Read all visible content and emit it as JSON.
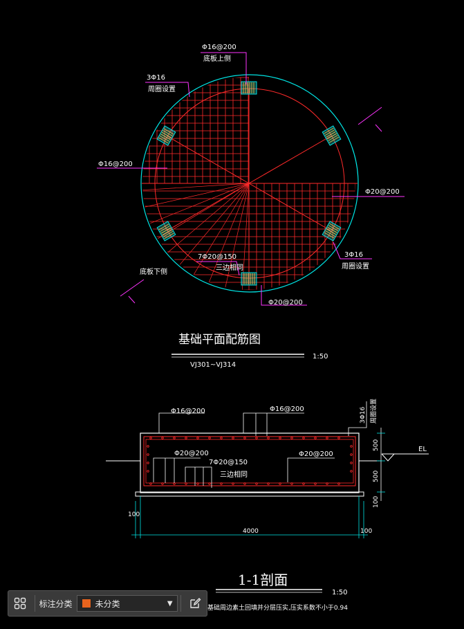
{
  "colors": {
    "rebar": "#ff2a2a",
    "outline": "#00e5e5",
    "leader": "#ff33ff",
    "text": "#ffffff",
    "column": "#2ec4b6",
    "category_swatch": "#e8641e"
  },
  "plan": {
    "top_label": "Φ16@200",
    "top_sub": "底板上侧",
    "ring_top_left": "3Φ16",
    "ring_top_left_sub": "周圈设置",
    "left_label": "Φ16@200",
    "right_label": "Φ20@200",
    "ring_bottom_right": "3Φ16",
    "ring_bottom_right_sub": "周圈设置",
    "center_label": "7Φ20@150",
    "center_sub": "三边相同",
    "bottom_label": "Φ20@200",
    "bottom_left_sub": "底板下侧",
    "title": "基础平面配筋图",
    "scale": "1:50",
    "subtitle": "VJ301~VJ314"
  },
  "section": {
    "label_top_left": "Φ16@200",
    "label_top_right": "Φ16@200",
    "label_vertical": "3Φ16",
    "label_vertical_sub": "周圈设置",
    "label_mid_left": "Φ20@200",
    "label_mid_center": "7Φ20@150",
    "label_mid_center_sub": "三边相同",
    "label_mid_right": "Φ20@200",
    "el": "EL",
    "dim_500_top": "500",
    "dim_500_bottom": "500",
    "dim_100_right": "100",
    "dim_100_left": "100",
    "dim_4000": "4000",
    "dim_100_bottom_right": "100",
    "title": "1-1剖面",
    "scale": "1:50",
    "note": "注:基础周边素土回填并分层压实,压实系数不小于0.94"
  },
  "toolbar": {
    "label": "标注分类",
    "selected": "未分类"
  }
}
